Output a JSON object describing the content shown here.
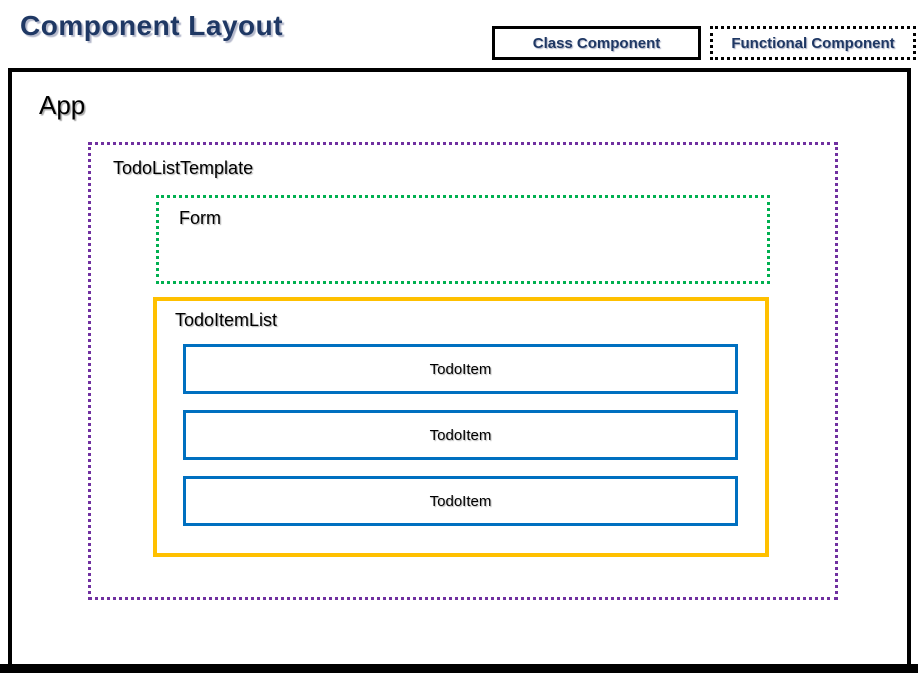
{
  "title": "Component Layout",
  "legend": {
    "class_component": "Class Component",
    "functional_component": "Functional Component"
  },
  "diagram": {
    "app_label": "App",
    "todo_list_template_label": "TodoListTemplate",
    "form_label": "Form",
    "todo_item_list_label": "TodoItemList",
    "todo_items": [
      "TodoItem",
      "TodoItem",
      "TodoItem"
    ]
  },
  "colors": {
    "title_text": "#1F3864",
    "legend_text": "#1F3864",
    "class_border": "#000000",
    "functional_border": "#000000",
    "app_border": "#000000",
    "todo_list_template_border": "#7030A0",
    "form_border": "#00B050",
    "todo_item_list_border": "#FFC000",
    "todo_item_border": "#0070C0"
  }
}
